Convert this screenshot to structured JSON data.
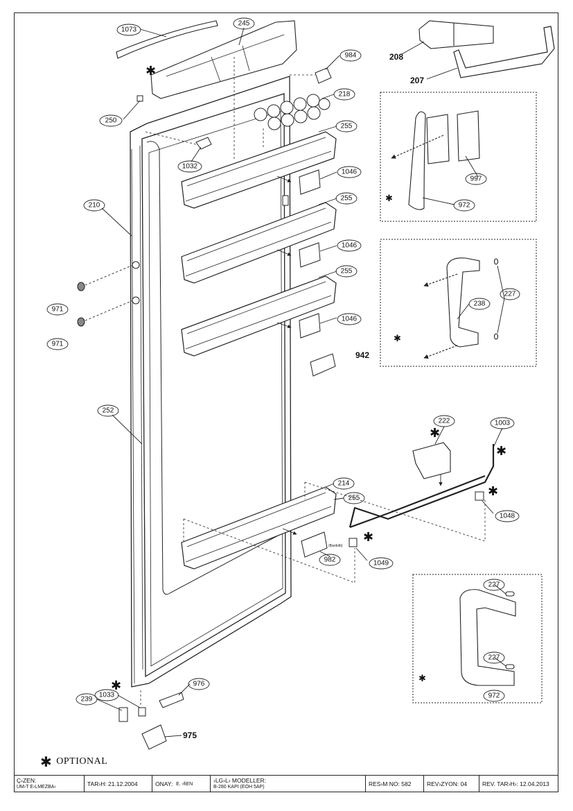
{
  "labels": {
    "l1073": "1073",
    "l245": "245",
    "l984": "984",
    "l218": "218",
    "l250": "250",
    "l255a": "255",
    "l255b": "255",
    "l255c": "255",
    "l255d": "255",
    "l1032": "1032",
    "l1046a": "1046",
    "l1046b": "1046",
    "l1046c": "1046",
    "l210": "210",
    "l971a": "971",
    "l971b": "971",
    "l942": "942",
    "l252": "252",
    "l222": "222",
    "l1003": "1003",
    "l214": "214",
    "l1048": "1048",
    "l1049": "1049",
    "l982": "982",
    "l982b": "(Bardolb)",
    "l976": "976",
    "l975": "975",
    "l239": "239",
    "l1033": "1033",
    "l208": "208",
    "l207": "207",
    "l997": "997",
    "l972a": "972",
    "l238": "238",
    "l227a": "227",
    "l227b": "227",
    "l227c": "227",
    "l972b": "972"
  },
  "optional": {
    "symbol": "✱",
    "text": "OPTIONAL"
  },
  "footer": {
    "cizen_label": "Ç›ZEN:",
    "cizen_value": "UM›T E›LMEZBA‹",
    "tarih": "TAR›H: 21.12.2004",
    "onay_label": "ONAY:",
    "onay_value": "E. ‹fiEN",
    "modeller_label": "›LG›L› MODELLER:",
    "modeller_value": "B-280 KAPI (EOH 5AP)",
    "resim_no": "RES›M NO: 582",
    "revizyon": "REV›ZYON: 04",
    "rev_tarihi": "REV. TAR›H›: 12.04.2013"
  }
}
